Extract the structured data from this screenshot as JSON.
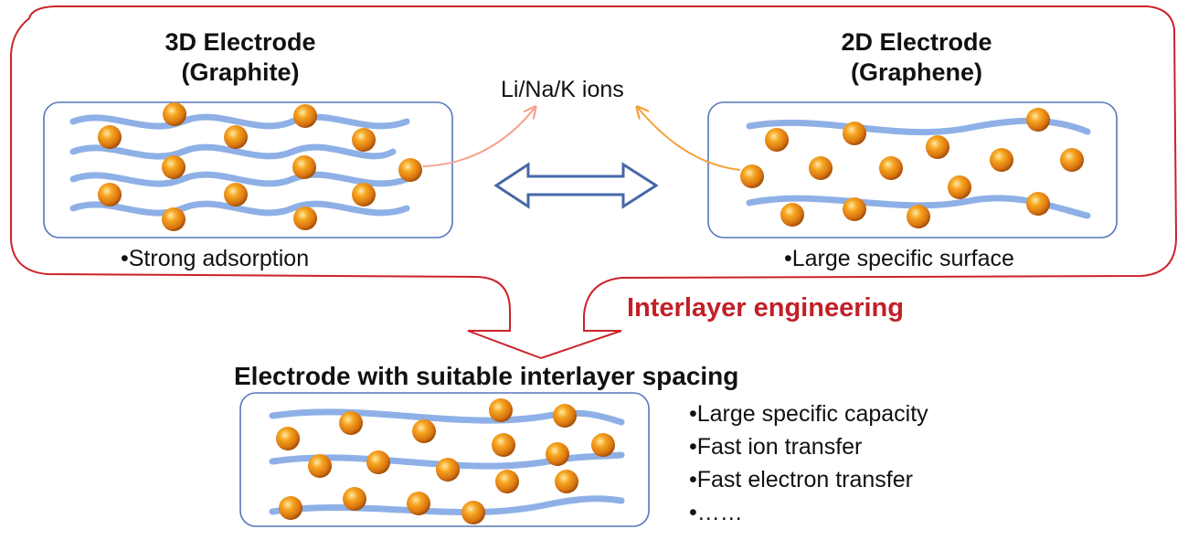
{
  "colors": {
    "outline_red": "#cc2229",
    "panel_border": "#5577bb",
    "layer_blue": "#8eb0e6",
    "arrow_blue": "#4668a8",
    "ion_orange": "#f19a18",
    "ion_dark": "#b85c0a",
    "arrow_salmon": "#f5a08c",
    "arrow_orange": "#f4a23c",
    "engineering_red": "#c21f27"
  },
  "icons": {
    "ion": "orange-sphere",
    "exchange": "double-headed-arrow",
    "flow": "curved-red-arrow"
  },
  "left_electrode": {
    "title_line1": "3D Electrode",
    "title_line2": "(Graphite)",
    "feature": "•Strong adsorption"
  },
  "right_electrode": {
    "title_line1": "2D Electrode",
    "title_line2": "(Graphene)",
    "feature": "•Large specific surface"
  },
  "ions_label": "Li/Na/K ions",
  "process_label": "Interlayer engineering",
  "bottom_electrode": {
    "title": "Electrode with suitable interlayer spacing",
    "features": [
      "•Large specific capacity",
      "•Fast ion transfer",
      "•Fast electron transfer",
      "•……"
    ]
  }
}
